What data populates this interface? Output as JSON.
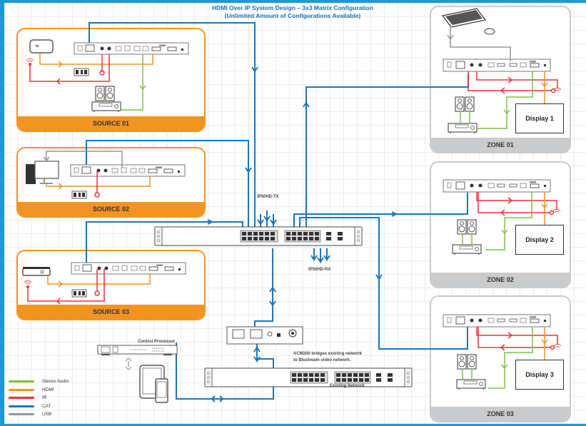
{
  "title": {
    "line1": "HDMI Over IP System Design – 3x3 Matrix Configuration",
    "line2": "(Unlimited Amount of Configurations Available)"
  },
  "sources": [
    {
      "label": "SOURCE 01",
      "device": "apple-tv"
    },
    {
      "label": "SOURCE 02",
      "device": "pc"
    },
    {
      "label": "SOURCE 03",
      "device": "set-top-box"
    }
  ],
  "zones": [
    {
      "label": "ZONE 01",
      "display": "Display 1"
    },
    {
      "label": "ZONE 02",
      "display": "Display 2"
    },
    {
      "label": "ZONE 03",
      "display": "Display 3"
    }
  ],
  "switch_labels": {
    "tx": "IP50HD-TX",
    "rx": "IP50HD-RX"
  },
  "network": {
    "bridge_note_line1": "ACM200 bridges existing network",
    "bridge_note_line2": "to Blustream video network.",
    "existing_network": "Existing Network",
    "control_processor": "Control Processor"
  },
  "device_text": {
    "hdmi": "HDMI"
  },
  "legend": [
    {
      "label": "Stereo Audio",
      "color": "#7dc242"
    },
    {
      "label": "HDMI",
      "color": "#f29422"
    },
    {
      "label": "IR",
      "color": "#e8343a"
    },
    {
      "label": "CAT",
      "color": "#1c75bc"
    },
    {
      "label": "USB",
      "color": "#939598"
    }
  ]
}
